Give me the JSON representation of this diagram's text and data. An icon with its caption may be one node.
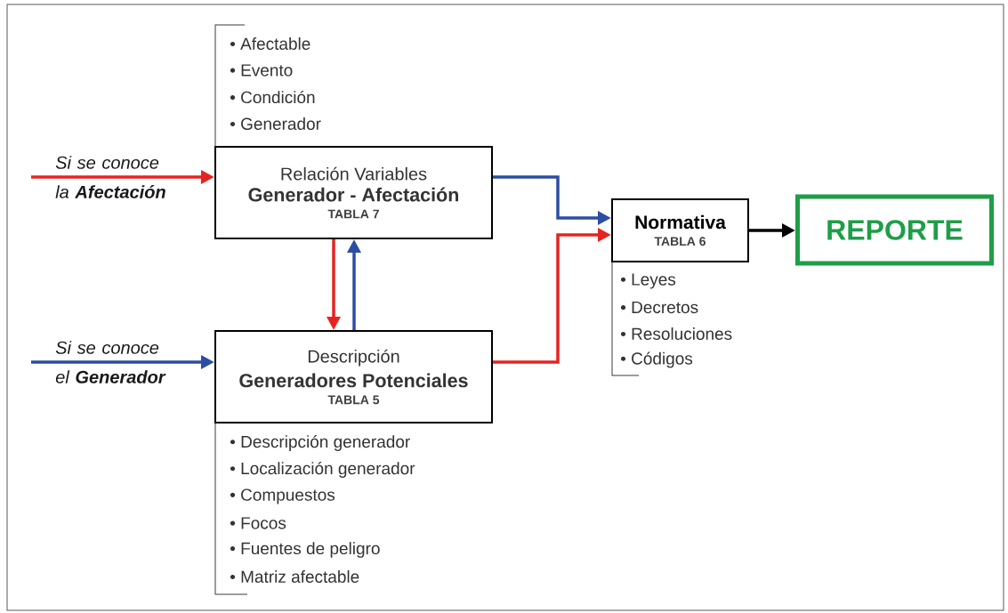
{
  "diagram": {
    "nodes": [
      {
        "text": [
          "Relación Variables",
          "Generador - Afectación",
          "TABLA 7"
        ],
        "beside": [
          "• Afectable",
          "• Evento",
          "• Condición",
          "• Generador"
        ]
      },
      {
        "text": [
          "Descripción",
          "Generadores Potenciales",
          "TABLA 5"
        ],
        "beside": [
          "• Descripción generador",
          "• Localización generador",
          "• Compuestos",
          "• Focos",
          "• Fuentes de peligro",
          "• Matriz afectable"
        ]
      },
      {
        "text": [
          "Normativa",
          "TABLA 6"
        ],
        "beside": [
          "• Leyes",
          "• Decretos",
          "• Resoluciones",
          "• Códigos"
        ]
      },
      {
        "text": [
          "REPORTE"
        ]
      }
    ],
    "edges": [
      {
        "from": null,
        "to": 0,
        "arrow": "to",
        "color": "#e52421",
        "label": "Si se conoce la **Afectación**"
      },
      {
        "from": null,
        "to": 1,
        "arrow": "to",
        "color": "#2b4ea2",
        "label": "Si se conoce el **Generador**"
      },
      {
        "from": 0,
        "to": 1,
        "arrow": "to",
        "color": "#e52421"
      },
      {
        "from": 1,
        "to": 0,
        "arrow": "to",
        "color": "#2b4ea2"
      },
      {
        "from": 0,
        "to": 2,
        "arrow": "to",
        "color": "#2b4ea2"
      },
      {
        "from": 1,
        "to": 2,
        "arrow": "to",
        "color": "#e52421"
      },
      {
        "from": 2,
        "to": 3,
        "arrow": "to",
        "color": "#000000"
      }
    ]
  }
}
